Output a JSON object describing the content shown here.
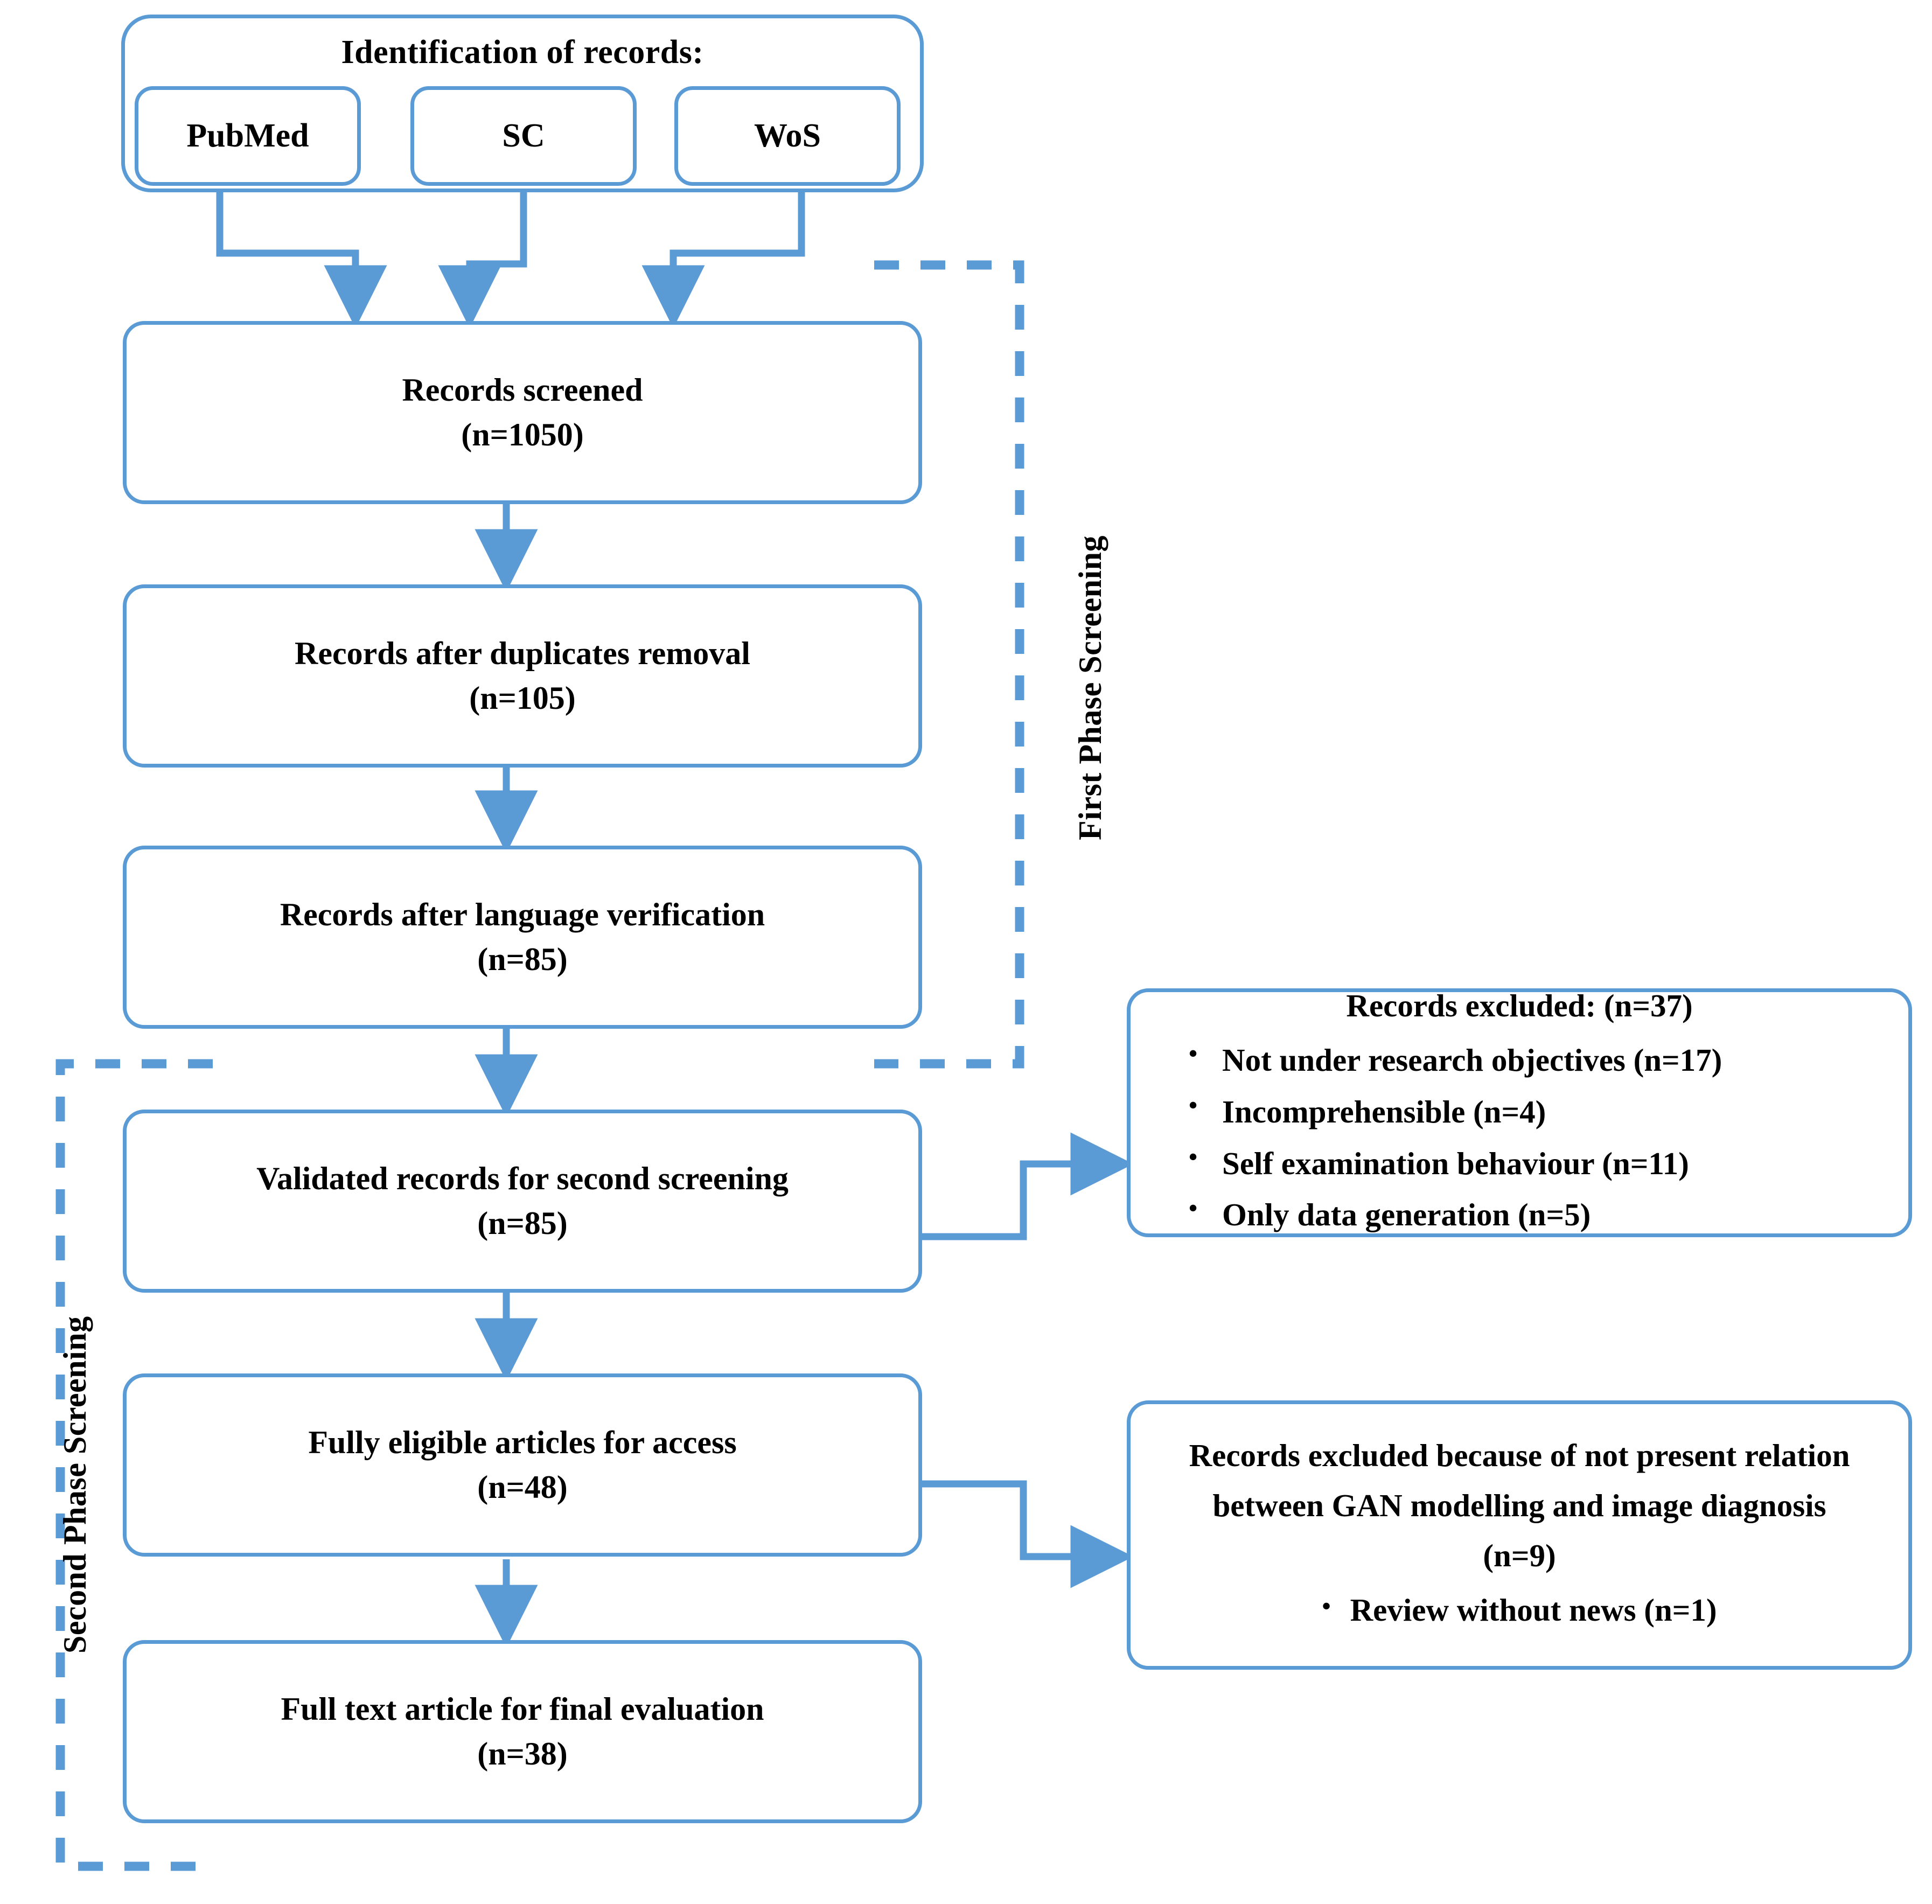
{
  "diagram": {
    "type": "prisma-flow-diagram",
    "accent_color": "#5B9BD5",
    "text_color": "#000000",
    "background_color": "#FFFFFF"
  },
  "identification": {
    "title": "Identification of records:",
    "sources": [
      {
        "label": "PubMed"
      },
      {
        "label": "SC"
      },
      {
        "label": "WoS"
      }
    ]
  },
  "flow": [
    {
      "title": "Records screened",
      "count": "(n=1050)"
    },
    {
      "title": "Records after duplicates removal",
      "count": "(n=105)"
    },
    {
      "title": "Records after language verification",
      "count": "(n=85)"
    },
    {
      "title": "Validated records for second screening",
      "count": "(n=85)"
    },
    {
      "title": "Fully eligible articles for access",
      "count": "(n=48)"
    },
    {
      "title": "Full text article for final evaluation",
      "count": "(n=38)"
    }
  ],
  "exclusions": [
    {
      "title": "Records excluded: (n=37)",
      "items": [
        "Not under research objectives (n=17)",
        "Incomprehensible (n=4)",
        "Self examination behaviour (n=11)",
        "Only data generation (n=5)"
      ]
    },
    {
      "title_line_1": "Records excluded because of not present relation",
      "title_line_2": "between GAN modelling and image diagnosis",
      "title_line_3": "(n=9)",
      "items": [
        "Review without news (n=1)"
      ]
    }
  ],
  "phases": {
    "first": "First Phase Screening",
    "second": "Second Phase Screening"
  }
}
